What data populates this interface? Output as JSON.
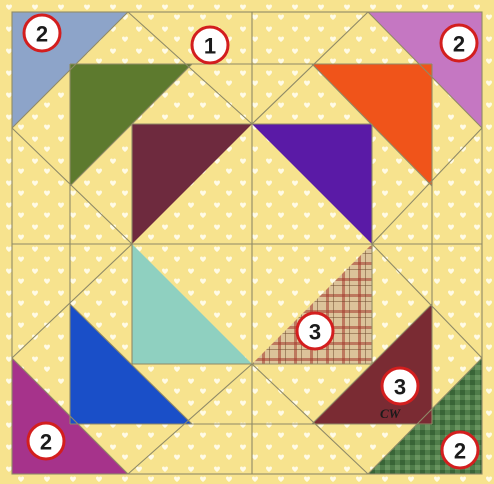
{
  "colors": {
    "background_yellow": "#f7e38e",
    "corner_top_left": "#8da4c9",
    "corner_top_right": "#c577c2",
    "corner_bottom_left": "#a6338b",
    "corner_bottom_right": "#4f7d4a",
    "green": "#5d7a2e",
    "orange": "#f0541a",
    "burgundy": "#6e2a3e",
    "purple": "#5a1aa6",
    "teal": "#8fd0c0",
    "plaid": "#dcc39a",
    "blue": "#1a4fc8",
    "rust": "#7a2b33",
    "badge_ring": "#d31e1e"
  },
  "badges": {
    "top_left_corner": "2",
    "top_center": "1",
    "top_right_corner": "2",
    "center_plaid": "3",
    "bottom_right_rust": "3",
    "bottom_left_corner": "2",
    "bottom_right_corner": "2"
  },
  "signature": "CW"
}
